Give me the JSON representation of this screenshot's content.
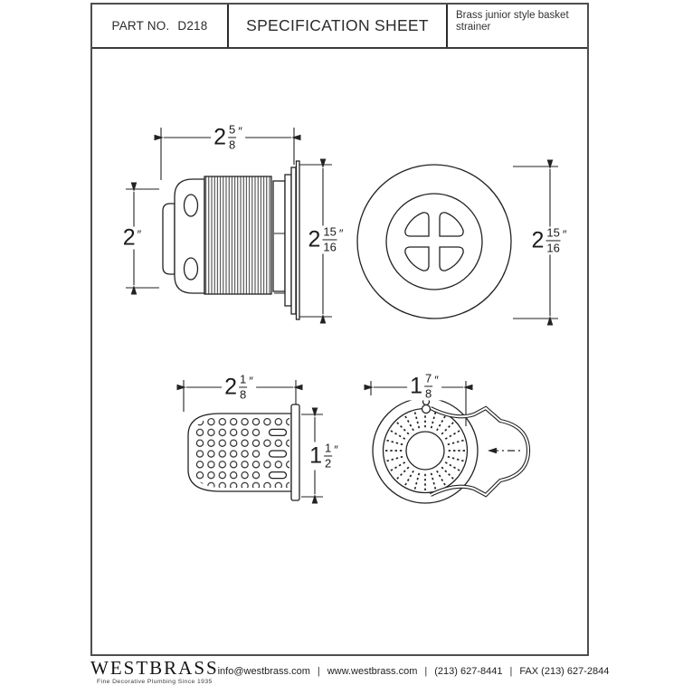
{
  "header": {
    "part_label": "PART NO.",
    "part_value": "D218",
    "title": "SPECIFICATION SHEET",
    "subtitle": "Brass junior style basket strainer"
  },
  "dimensions": {
    "side_width": {
      "whole": "2",
      "num": "5",
      "den": "8",
      "unit": "″"
    },
    "side_height": {
      "whole": "2",
      "unit": "″"
    },
    "side_overall": {
      "whole": "2",
      "num": "15",
      "den": "16",
      "unit": "″"
    },
    "face_diameter": {
      "whole": "2",
      "num": "15",
      "den": "16",
      "unit": "″"
    },
    "basket_width": {
      "whole": "2",
      "num": "1",
      "den": "8",
      "unit": "″"
    },
    "basket_height": {
      "whole": "1",
      "num": "1",
      "den": "2",
      "unit": "″"
    },
    "strainer_width": {
      "whole": "1",
      "num": "7",
      "den": "8",
      "unit": "″"
    }
  },
  "footer": {
    "brand": "WESTBRASS",
    "tagline": "Fine Decorative Plumbing Since 1935",
    "email": "info@westbrass.com",
    "website": "www.westbrass.com",
    "phone": "(213) 627-8441",
    "fax": "FAX (213) 627-2844",
    "separator": "|"
  }
}
